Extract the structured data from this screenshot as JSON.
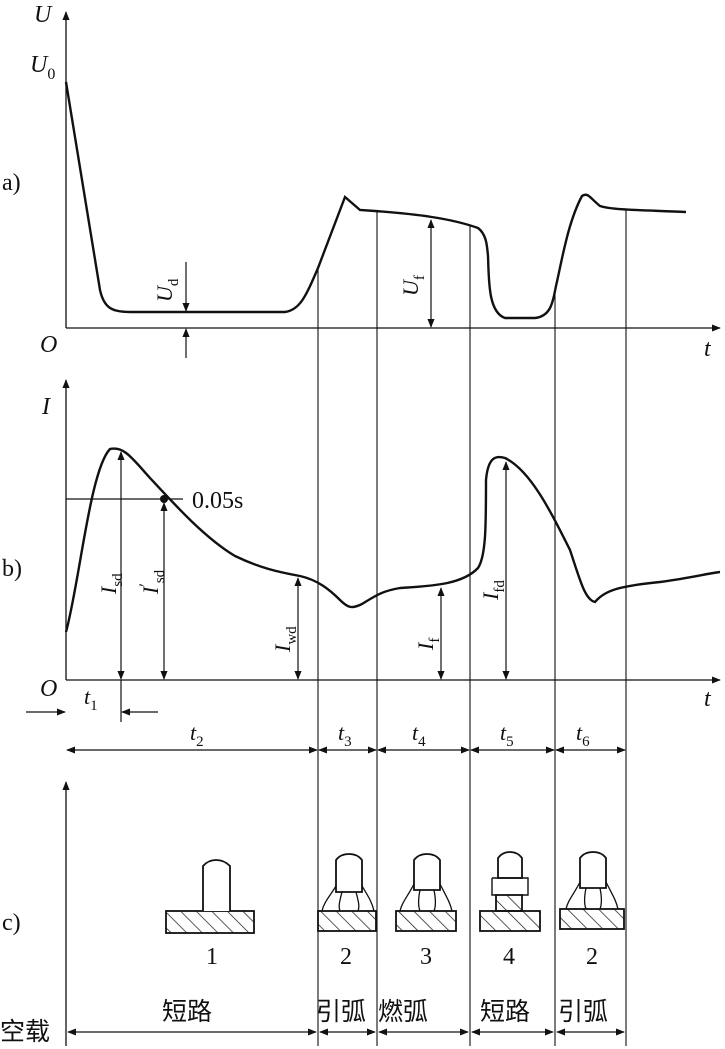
{
  "panel_a": {
    "tag": "a)",
    "y_axis": "U",
    "origin": "O",
    "x_axis": "t",
    "u0": {
      "main": "U",
      "sub": "0"
    },
    "ud": {
      "main": "U",
      "sub": "d"
    },
    "uf": {
      "main": "U",
      "sub": "f"
    }
  },
  "panel_b": {
    "tag": "b)",
    "y_axis": "I",
    "origin": "O",
    "x_axis": "t",
    "isd": {
      "main": "I",
      "sub": "sd"
    },
    "isd_prime": {
      "main": "I",
      "prime": "′",
      "sub": "sd"
    },
    "iwd": {
      "main": "I",
      "sub": "wd"
    },
    "if": {
      "main": "I",
      "sub": "f"
    },
    "ifd": {
      "main": "I",
      "sub": "fd"
    },
    "time_mark": "0.05s",
    "t1": {
      "main": "t",
      "sub": "1"
    },
    "t2": {
      "main": "t",
      "sub": "2"
    },
    "t3": {
      "main": "t",
      "sub": "3"
    },
    "t4": {
      "main": "t",
      "sub": "4"
    },
    "t5": {
      "main": "t",
      "sub": "5"
    },
    "t6": {
      "main": "t",
      "sub": "6"
    }
  },
  "panel_c": {
    "tag": "c)",
    "stage_numbers": [
      "1",
      "2",
      "3",
      "4",
      "2"
    ],
    "stage_names": [
      "短路",
      "引弧",
      "燃弧",
      "短路",
      "引弧"
    ],
    "left_label": "空载"
  }
}
